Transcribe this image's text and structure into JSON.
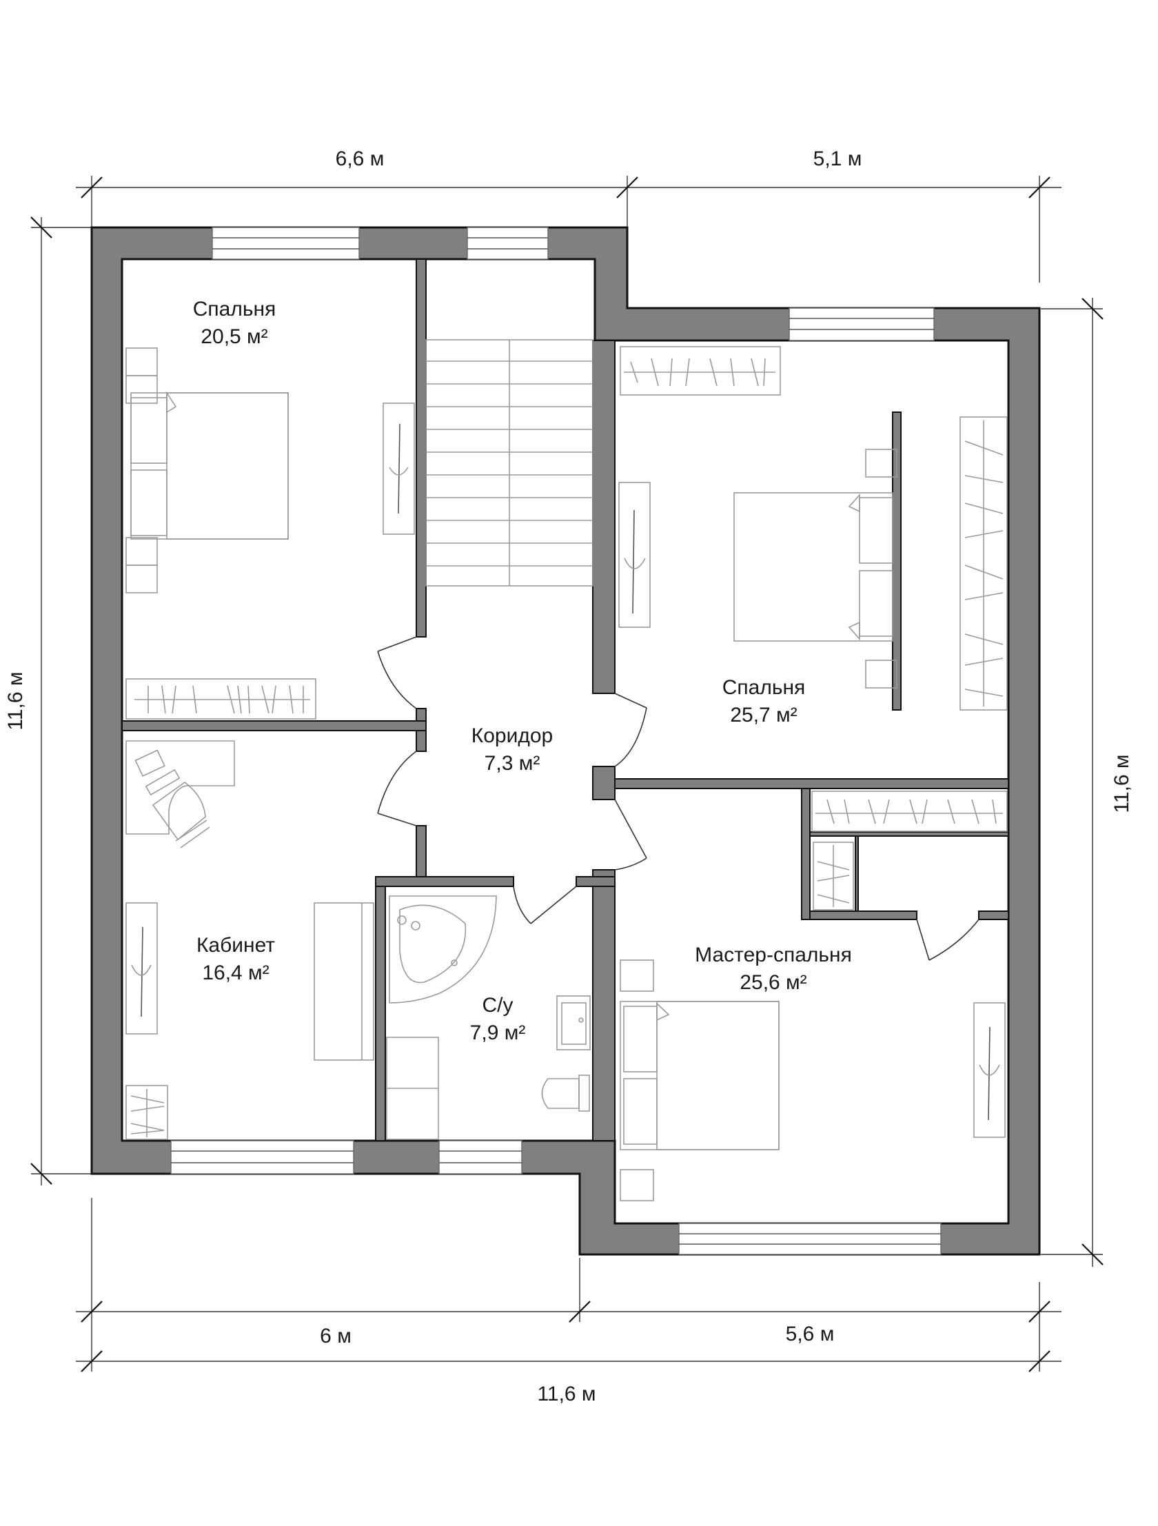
{
  "rooms": [
    {
      "name": "Спальня",
      "area": "20,5 м²"
    },
    {
      "name": "Коридор",
      "area": "7,3 м²"
    },
    {
      "name": "Спальня",
      "area": "25,7 м²"
    },
    {
      "name": "Кабинет",
      "area": "16,4 м²"
    },
    {
      "name": "С/у",
      "area": "7,9 м²"
    },
    {
      "name": "Мастер-спальня",
      "area": "25,6 м²"
    }
  ],
  "dimensions": {
    "top_left": "6,6 м",
    "top_right": "5,1 м",
    "left": "11,6 м",
    "right": "11,6 м",
    "bottom_left": "6 м",
    "bottom_right": "5,6 м",
    "bottom_total": "11,6 м"
  },
  "colors": {
    "wall": "#808080",
    "outline": "#111111",
    "furniture": "#9a9a9a"
  }
}
